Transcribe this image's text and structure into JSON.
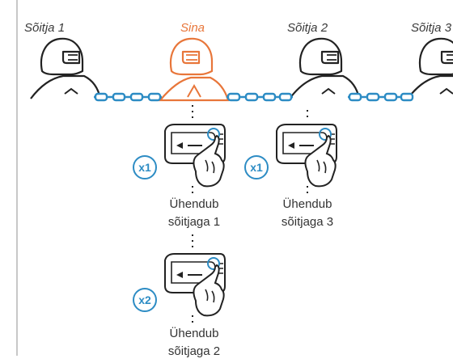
{
  "riders": [
    {
      "label": "Sõitja 1",
      "highlight": false
    },
    {
      "label": "Sina",
      "highlight": true
    },
    {
      "label": "Sõitja 2",
      "highlight": false
    },
    {
      "label": "Sõitja 3",
      "highlight": false
    }
  ],
  "steps": [
    {
      "press": "x1",
      "line1": "Ühendub",
      "line2": "sõitjaga 1"
    },
    {
      "press": "x1",
      "line1": "Ühendub",
      "line2": "sõitjaga 3"
    },
    {
      "press": "x2",
      "line1": "Ühendub",
      "line2": "sõitjaga 2"
    }
  ],
  "colors": {
    "accent": "#2d8cc4",
    "you": "#e8763a",
    "line": "#222222"
  }
}
